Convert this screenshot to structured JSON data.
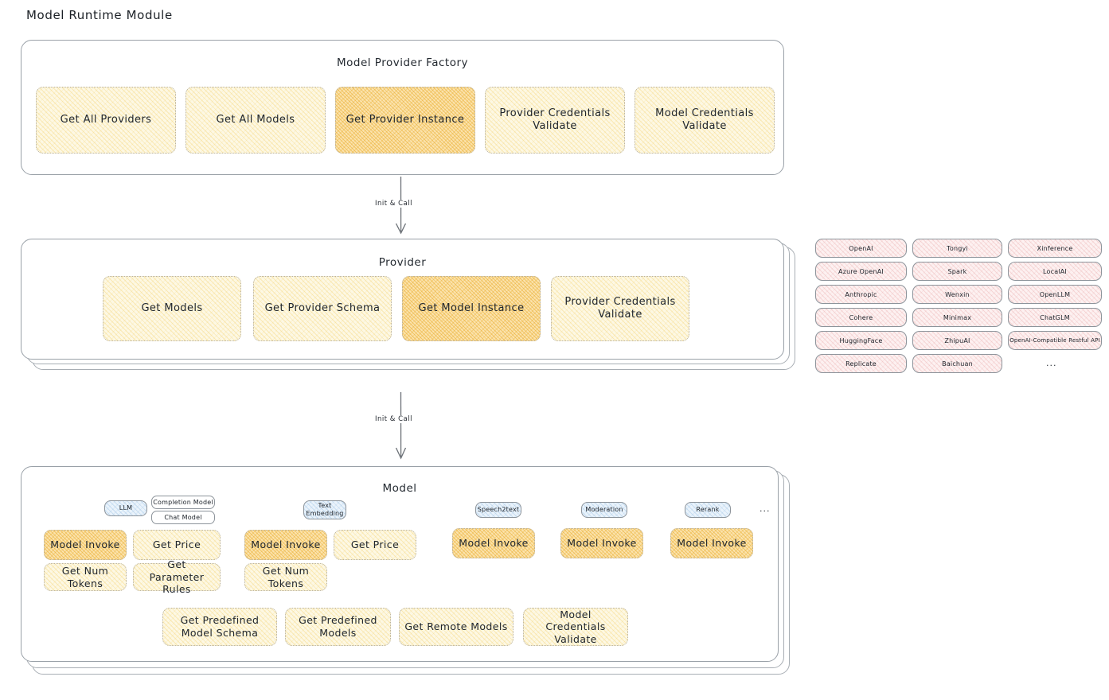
{
  "page": {
    "title": "Model Runtime Module"
  },
  "factory": {
    "title": "Model Provider Factory",
    "items": [
      {
        "label": "Get All Providers",
        "highlight": false
      },
      {
        "label": "Get All Models",
        "highlight": false
      },
      {
        "label": "Get Provider Instance",
        "highlight": true
      },
      {
        "label": "Provider Credentials Validate",
        "highlight": false
      },
      {
        "label": "Model Credentials Validate",
        "highlight": false
      }
    ]
  },
  "connectors": [
    {
      "label": "Init & Call"
    },
    {
      "label": "Init & Call"
    }
  ],
  "provider": {
    "title": "Provider",
    "items": [
      {
        "label": "Get Models",
        "highlight": false
      },
      {
        "label": "Get Provider Schema",
        "highlight": false
      },
      {
        "label": "Get Model Instance",
        "highlight": true
      },
      {
        "label": "Provider Credentials Validate",
        "highlight": false
      }
    ]
  },
  "provider_list": {
    "columns": [
      [
        "OpenAI",
        "Azure OpenAI",
        "Anthropic",
        "Cohere",
        "HuggingFace",
        "Replicate"
      ],
      [
        "Tongyi",
        "Spark",
        "Wenxin",
        "Minimax",
        "ZhipuAI",
        "Baichuan"
      ],
      [
        "Xinference",
        "LocalAI",
        "OpenLLM",
        "ChatGLM",
        "OpenAI-Compatible Restful API"
      ]
    ],
    "more": "..."
  },
  "model": {
    "title": "Model",
    "more": "...",
    "types": [
      {
        "badge": "LLM",
        "sub_boxes": [
          "Completion Model",
          "Chat Model"
        ],
        "ops_row1": [
          {
            "label": "Model Invoke",
            "highlight": true
          },
          {
            "label": "Get Price",
            "highlight": false
          }
        ],
        "ops_row2": [
          {
            "label": "Get Num Tokens",
            "highlight": false
          },
          {
            "label": "Get Parameter Rules",
            "highlight": false
          }
        ]
      },
      {
        "badge": "Text Embedding",
        "sub_boxes": [],
        "ops_row1": [
          {
            "label": "Model Invoke",
            "highlight": true
          },
          {
            "label": "Get Price",
            "highlight": false
          }
        ],
        "ops_row2": [
          {
            "label": "Get Num Tokens",
            "highlight": false
          }
        ]
      },
      {
        "badge": "Speech2text",
        "sub_boxes": [],
        "ops_row1": [
          {
            "label": "Model Invoke",
            "highlight": true
          }
        ],
        "ops_row2": []
      },
      {
        "badge": "Moderation",
        "sub_boxes": [],
        "ops_row1": [
          {
            "label": "Model Invoke",
            "highlight": true
          }
        ],
        "ops_row2": []
      },
      {
        "badge": "Rerank",
        "sub_boxes": [],
        "ops_row1": [
          {
            "label": "Model Invoke",
            "highlight": true
          }
        ],
        "ops_row2": []
      }
    ],
    "shared_ops": [
      "Get Predefined Model Schema",
      "Get Predefined Models",
      "Get Remote Models",
      "Model Credentials Validate"
    ]
  },
  "colors": {
    "fill_light": "#fdf8e4",
    "fill_highlight": "#fbe3ad",
    "provider_chip": "#fdf1f1",
    "badge_blue": "#eaf3fb",
    "stroke": "#9aa1a8",
    "text": "#20262d"
  }
}
